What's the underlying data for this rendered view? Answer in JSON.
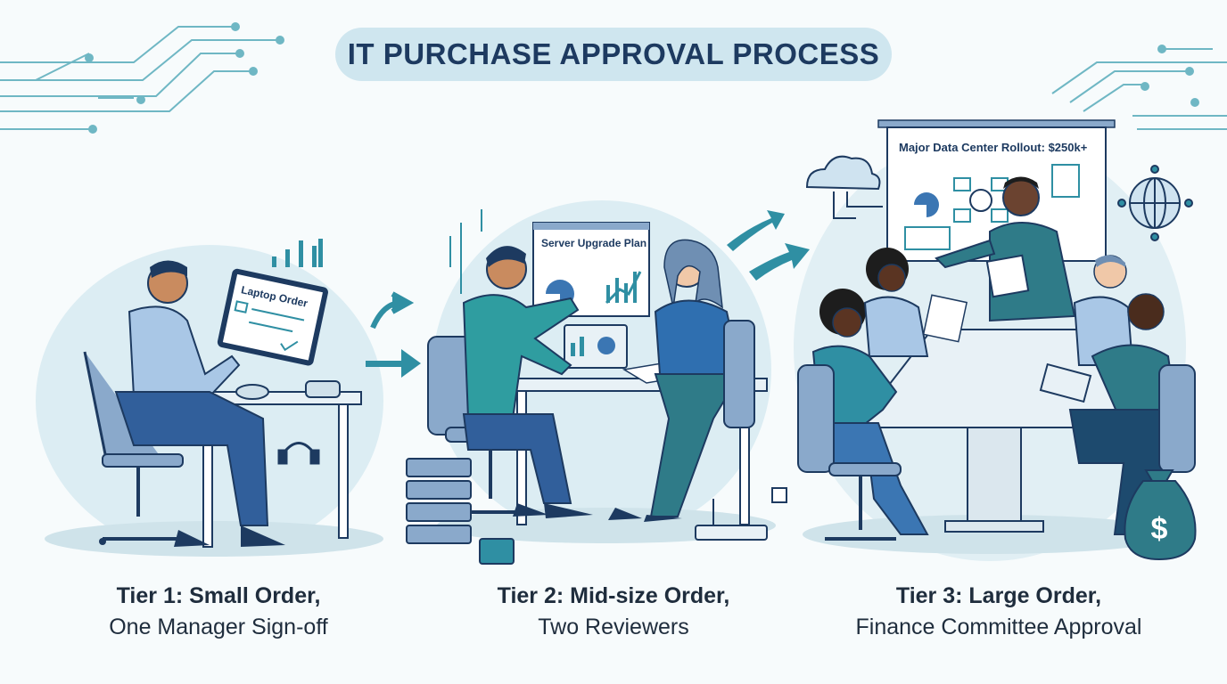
{
  "title": "IT PURCHASE APPROVAL PROCESS",
  "tiers": [
    {
      "heading": "Tier 1: Small Order,",
      "subheading": "One Manager Sign-off",
      "tablet_label": "Laptop Order"
    },
    {
      "heading": "Tier 2: Mid-size Order,",
      "subheading": "Two Reviewers",
      "board_label": "Server Upgrade Plan"
    },
    {
      "heading": "Tier 3: Large Order,",
      "subheading": "Finance Committee Approval",
      "screen_label": "Major Data Center Rollout: $250k+"
    }
  ],
  "icons": {
    "money_bag_symbol": "$"
  },
  "colors": {
    "ink": "#1d3a60",
    "teal": "#2f8fa3",
    "blue": "#3b76b3",
    "light": "#d7eaf1",
    "bubble": "#dcedf3"
  }
}
